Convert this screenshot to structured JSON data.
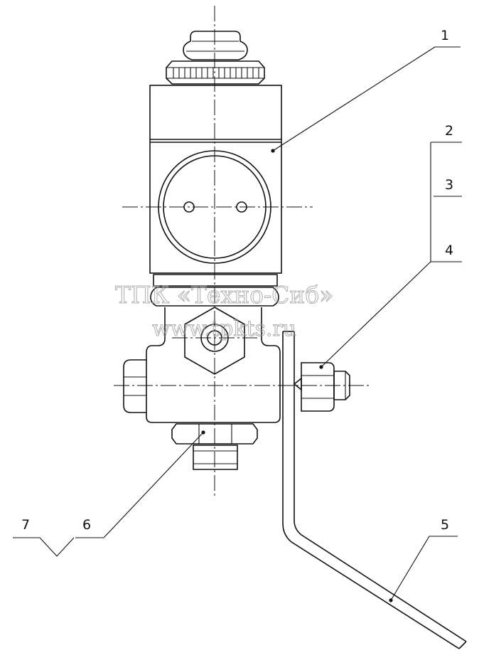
{
  "callouts": {
    "c1": "1",
    "c2": "2",
    "c3": "3",
    "c4": "4",
    "c5": "5",
    "c6": "6",
    "c7": "7"
  },
  "watermark": {
    "line1": "ТПК «Техно-Сиб»",
    "line2": "www.tpkts.ru"
  }
}
